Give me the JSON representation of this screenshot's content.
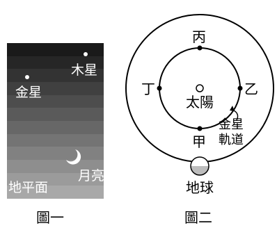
{
  "figure1": {
    "caption": "圖一",
    "sky_bands": [
      "#1a1a1a",
      "#262626",
      "#333333",
      "#404040",
      "#4d4d4d",
      "#5a5a5a",
      "#676767",
      "#747474",
      "#818181",
      "#8e8e8e",
      "#9b9b9b",
      "#a8a8a8"
    ],
    "labels": {
      "jupiter": "木星",
      "venus": "金星",
      "moon": "月亮",
      "horizon": "地平面"
    }
  },
  "figure2": {
    "caption": "圖二",
    "labels": {
      "bing": "丙",
      "ding": "丁",
      "yi": "乙",
      "jia": "甲",
      "sun": "太陽",
      "orbit_line1": "金星",
      "orbit_line2": "軌道",
      "earth": "地球"
    }
  }
}
